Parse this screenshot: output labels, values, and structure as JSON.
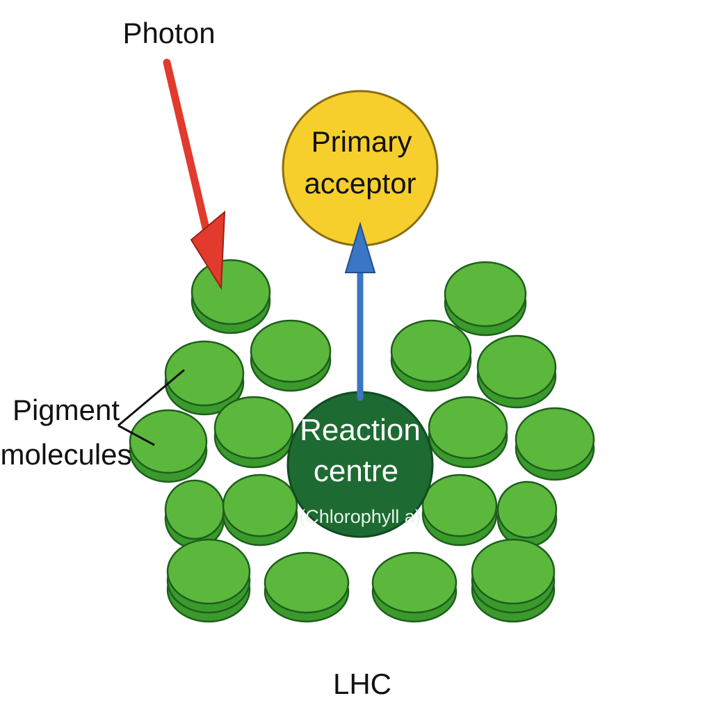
{
  "labels": {
    "photon": "Photon",
    "primary_acceptor": [
      "Primary",
      "acceptor"
    ],
    "pigment_molecules": [
      "Pigment",
      "molecules"
    ],
    "reaction_centre": [
      "Reaction",
      "centre"
    ],
    "reaction_centre_sub": "(Chlorophyll a)",
    "lhc": "LHC"
  },
  "colors": {
    "pigment_fill": "#5cb83d",
    "pigment_side": "#3a9a2c",
    "pigment_edge": "#1e5e1c",
    "reaction_centre": "#1d6b32",
    "primary_acceptor": "#f6cf2d",
    "photon_arrow": "#e23a2c",
    "electron_arrow": "#3a76c4"
  },
  "diagram": {
    "nodes": [
      "photon",
      "pigment-molecules",
      "reaction-centre",
      "primary-acceptor"
    ],
    "edges": [
      {
        "from": "photon",
        "to": "pigment-molecules"
      },
      {
        "from": "reaction-centre",
        "to": "primary-acceptor"
      }
    ]
  }
}
